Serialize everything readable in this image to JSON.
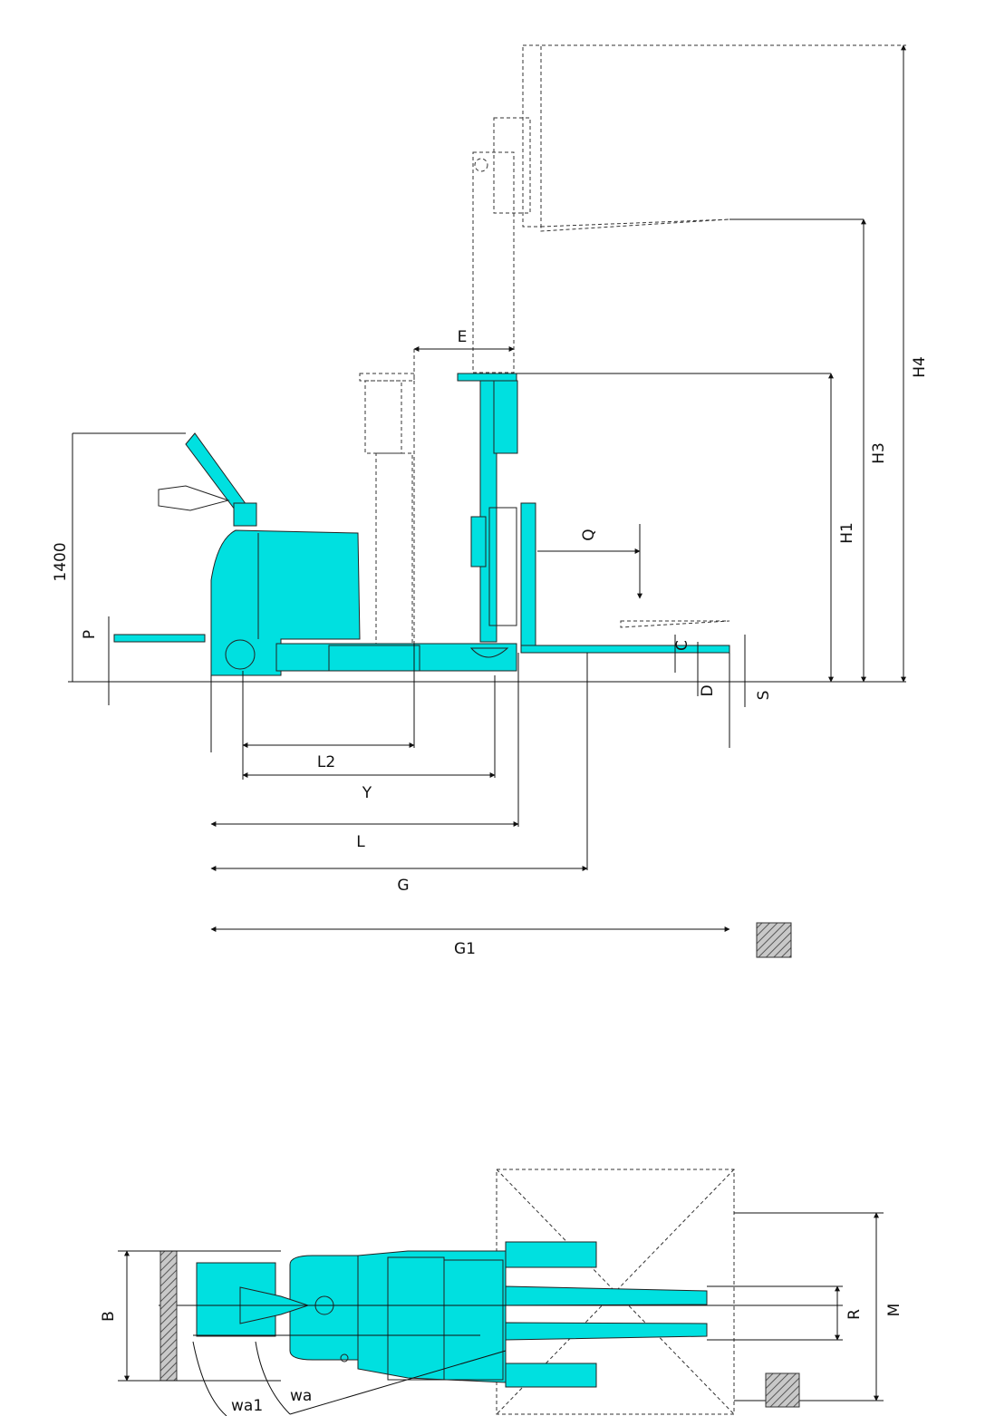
{
  "side_view": {
    "labels": {
      "height_1400": "1400",
      "P": "P",
      "E": "E",
      "Q": "Q",
      "C": "C",
      "D": "D",
      "S": "S",
      "H1": "H1",
      "H3": "H3",
      "H4": "H4",
      "L2": "L2",
      "Y": "Y",
      "L": "L",
      "G": "G",
      "G1": "G1"
    }
  },
  "top_view": {
    "labels": {
      "B": "B",
      "R": "R",
      "M": "M",
      "wa": "wa",
      "wa1": "wa1"
    }
  },
  "colors": {
    "machine": "#00e0e0",
    "line": "#111111",
    "hatch": "#777777"
  }
}
